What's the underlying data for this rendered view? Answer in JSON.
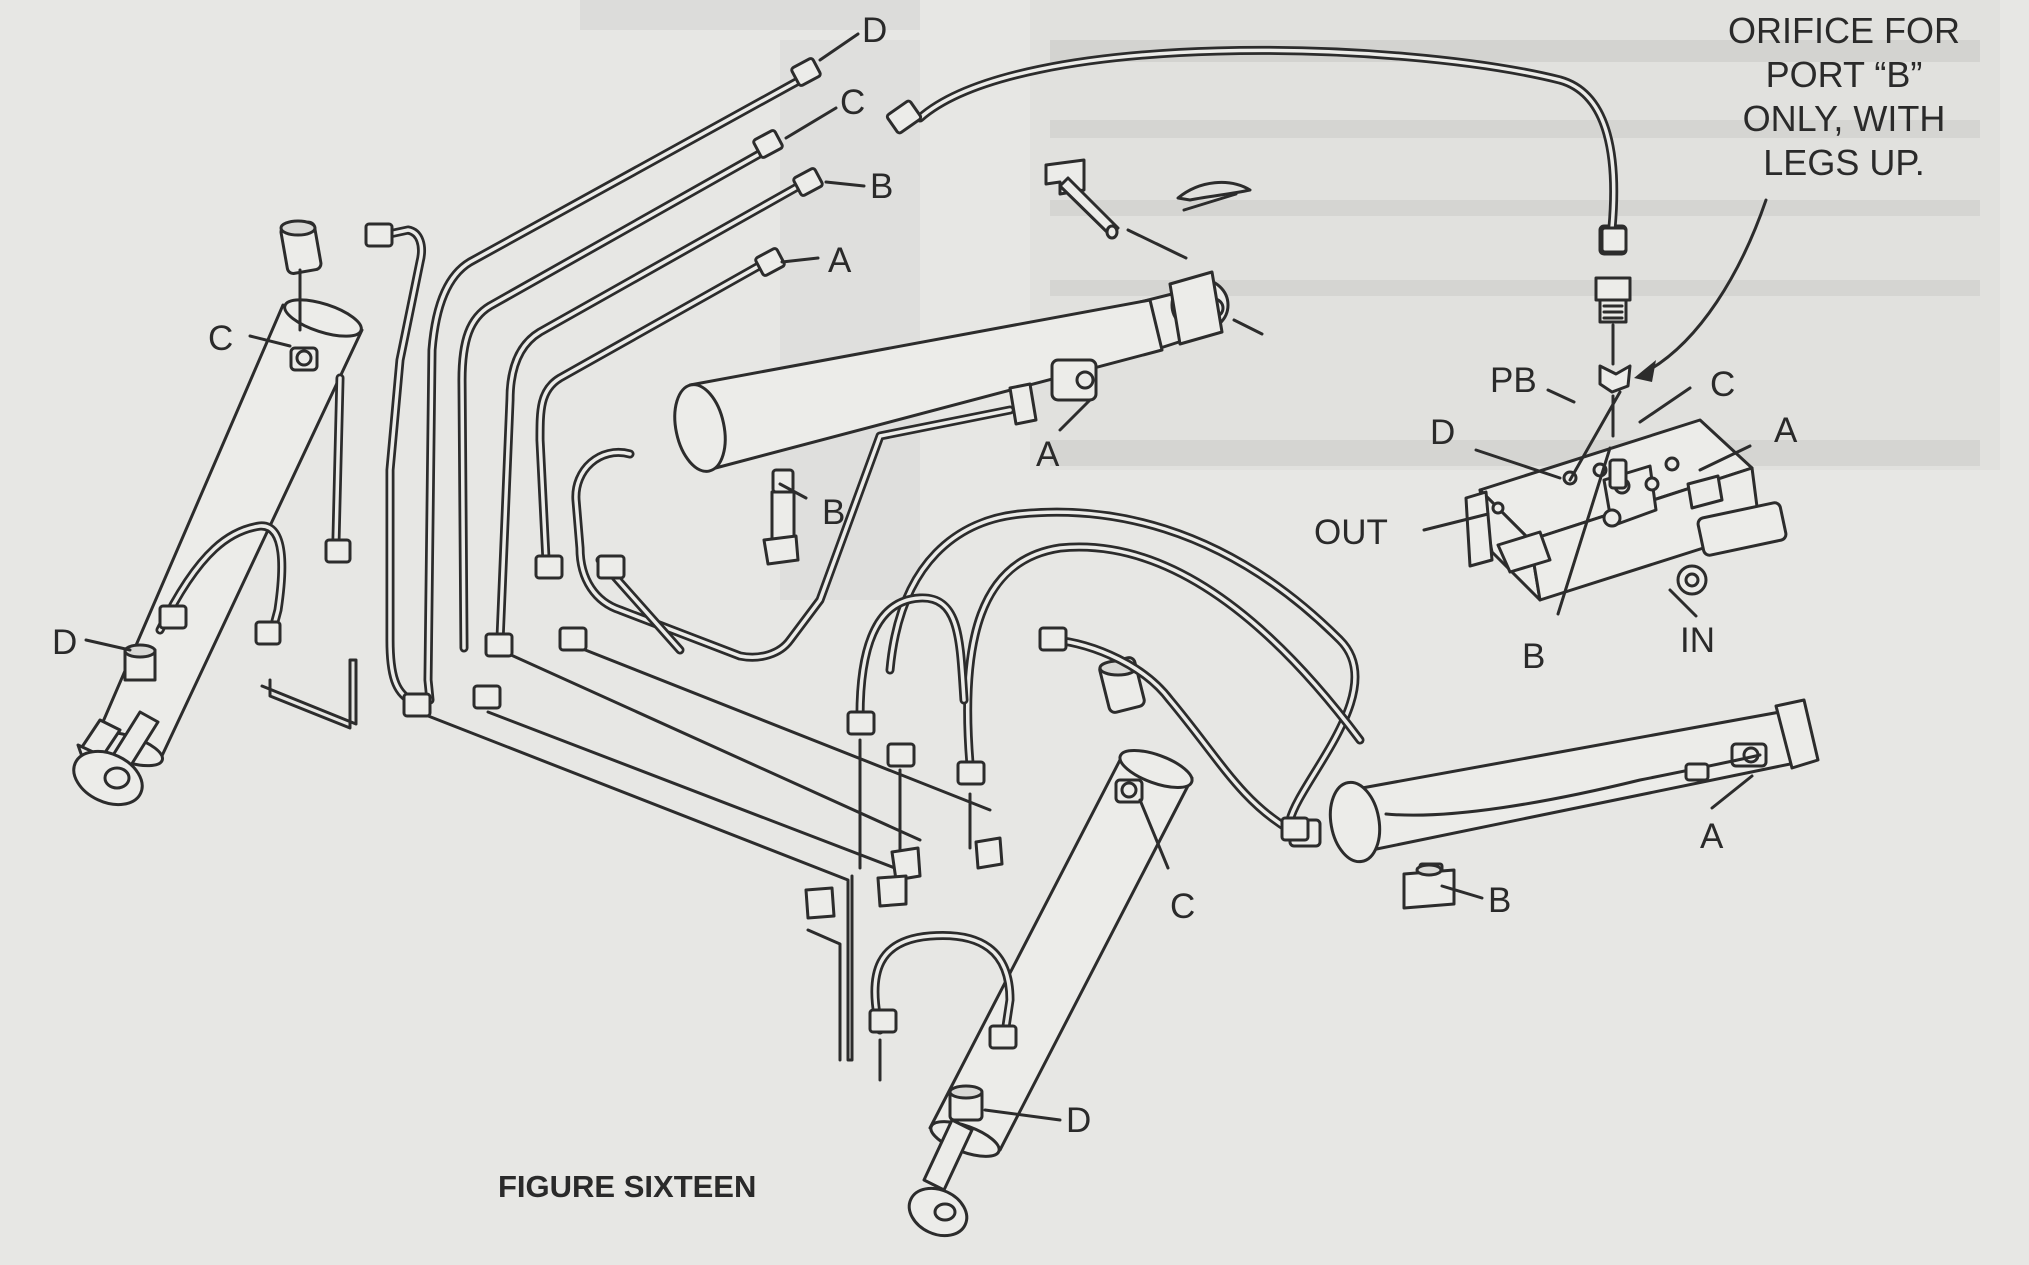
{
  "figure_caption": "FIGURE SIXTEEN",
  "orifice_note": [
    "ORIFICE FOR",
    "PORT “B”",
    "ONLY, WITH",
    "LEGS UP."
  ],
  "labels": {
    "port_d": "D",
    "port_c": "C",
    "port_b": "B",
    "port_a": "A",
    "pb": "PB",
    "out": "OUT",
    "in": "IN"
  }
}
